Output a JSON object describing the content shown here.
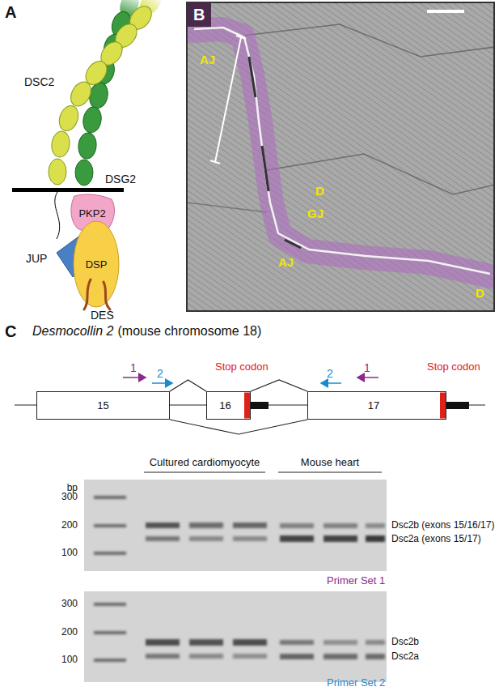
{
  "diagram": {
    "nodes": [
      {
        "text": [
          "PKP2"
        ]
      },
      {
        "text": [
          "DSP"
        ]
      },
      {
        "text": [
          "15"
        ]
      },
      {
        "text": [
          "16"
        ]
      },
      {
        "text": [
          "17"
        ]
      }
    ],
    "edges": [
      {
        "from": 2,
        "to": 3,
        "arrow": "none"
      },
      {
        "from": 3,
        "to": 4,
        "arrow": "none"
      },
      {
        "from": 2,
        "to": 4,
        "arrow": "none"
      }
    ],
    "labels": [
      "A",
      "DSC2",
      "DSG2",
      "JUP",
      "DES",
      "B",
      "AJ",
      "D",
      "GJ",
      "AJ",
      "D",
      "C",
      "Desmocollin 2",
      "(mouse chromosome 18)",
      "1",
      "2",
      "Stop codon",
      "2",
      "1",
      "Stop codon",
      "Cultured cardiomyocyte",
      "Mouse heart",
      "bp",
      "300",
      "200",
      "100",
      "Dsc2b (exons 15/16/17)",
      "Dsc2a (exons 15/17)",
      "Primer Set 1",
      "300",
      "200",
      "100",
      "Dsc2b",
      "Dsc2a",
      "Primer Set 2"
    ]
  }
}
